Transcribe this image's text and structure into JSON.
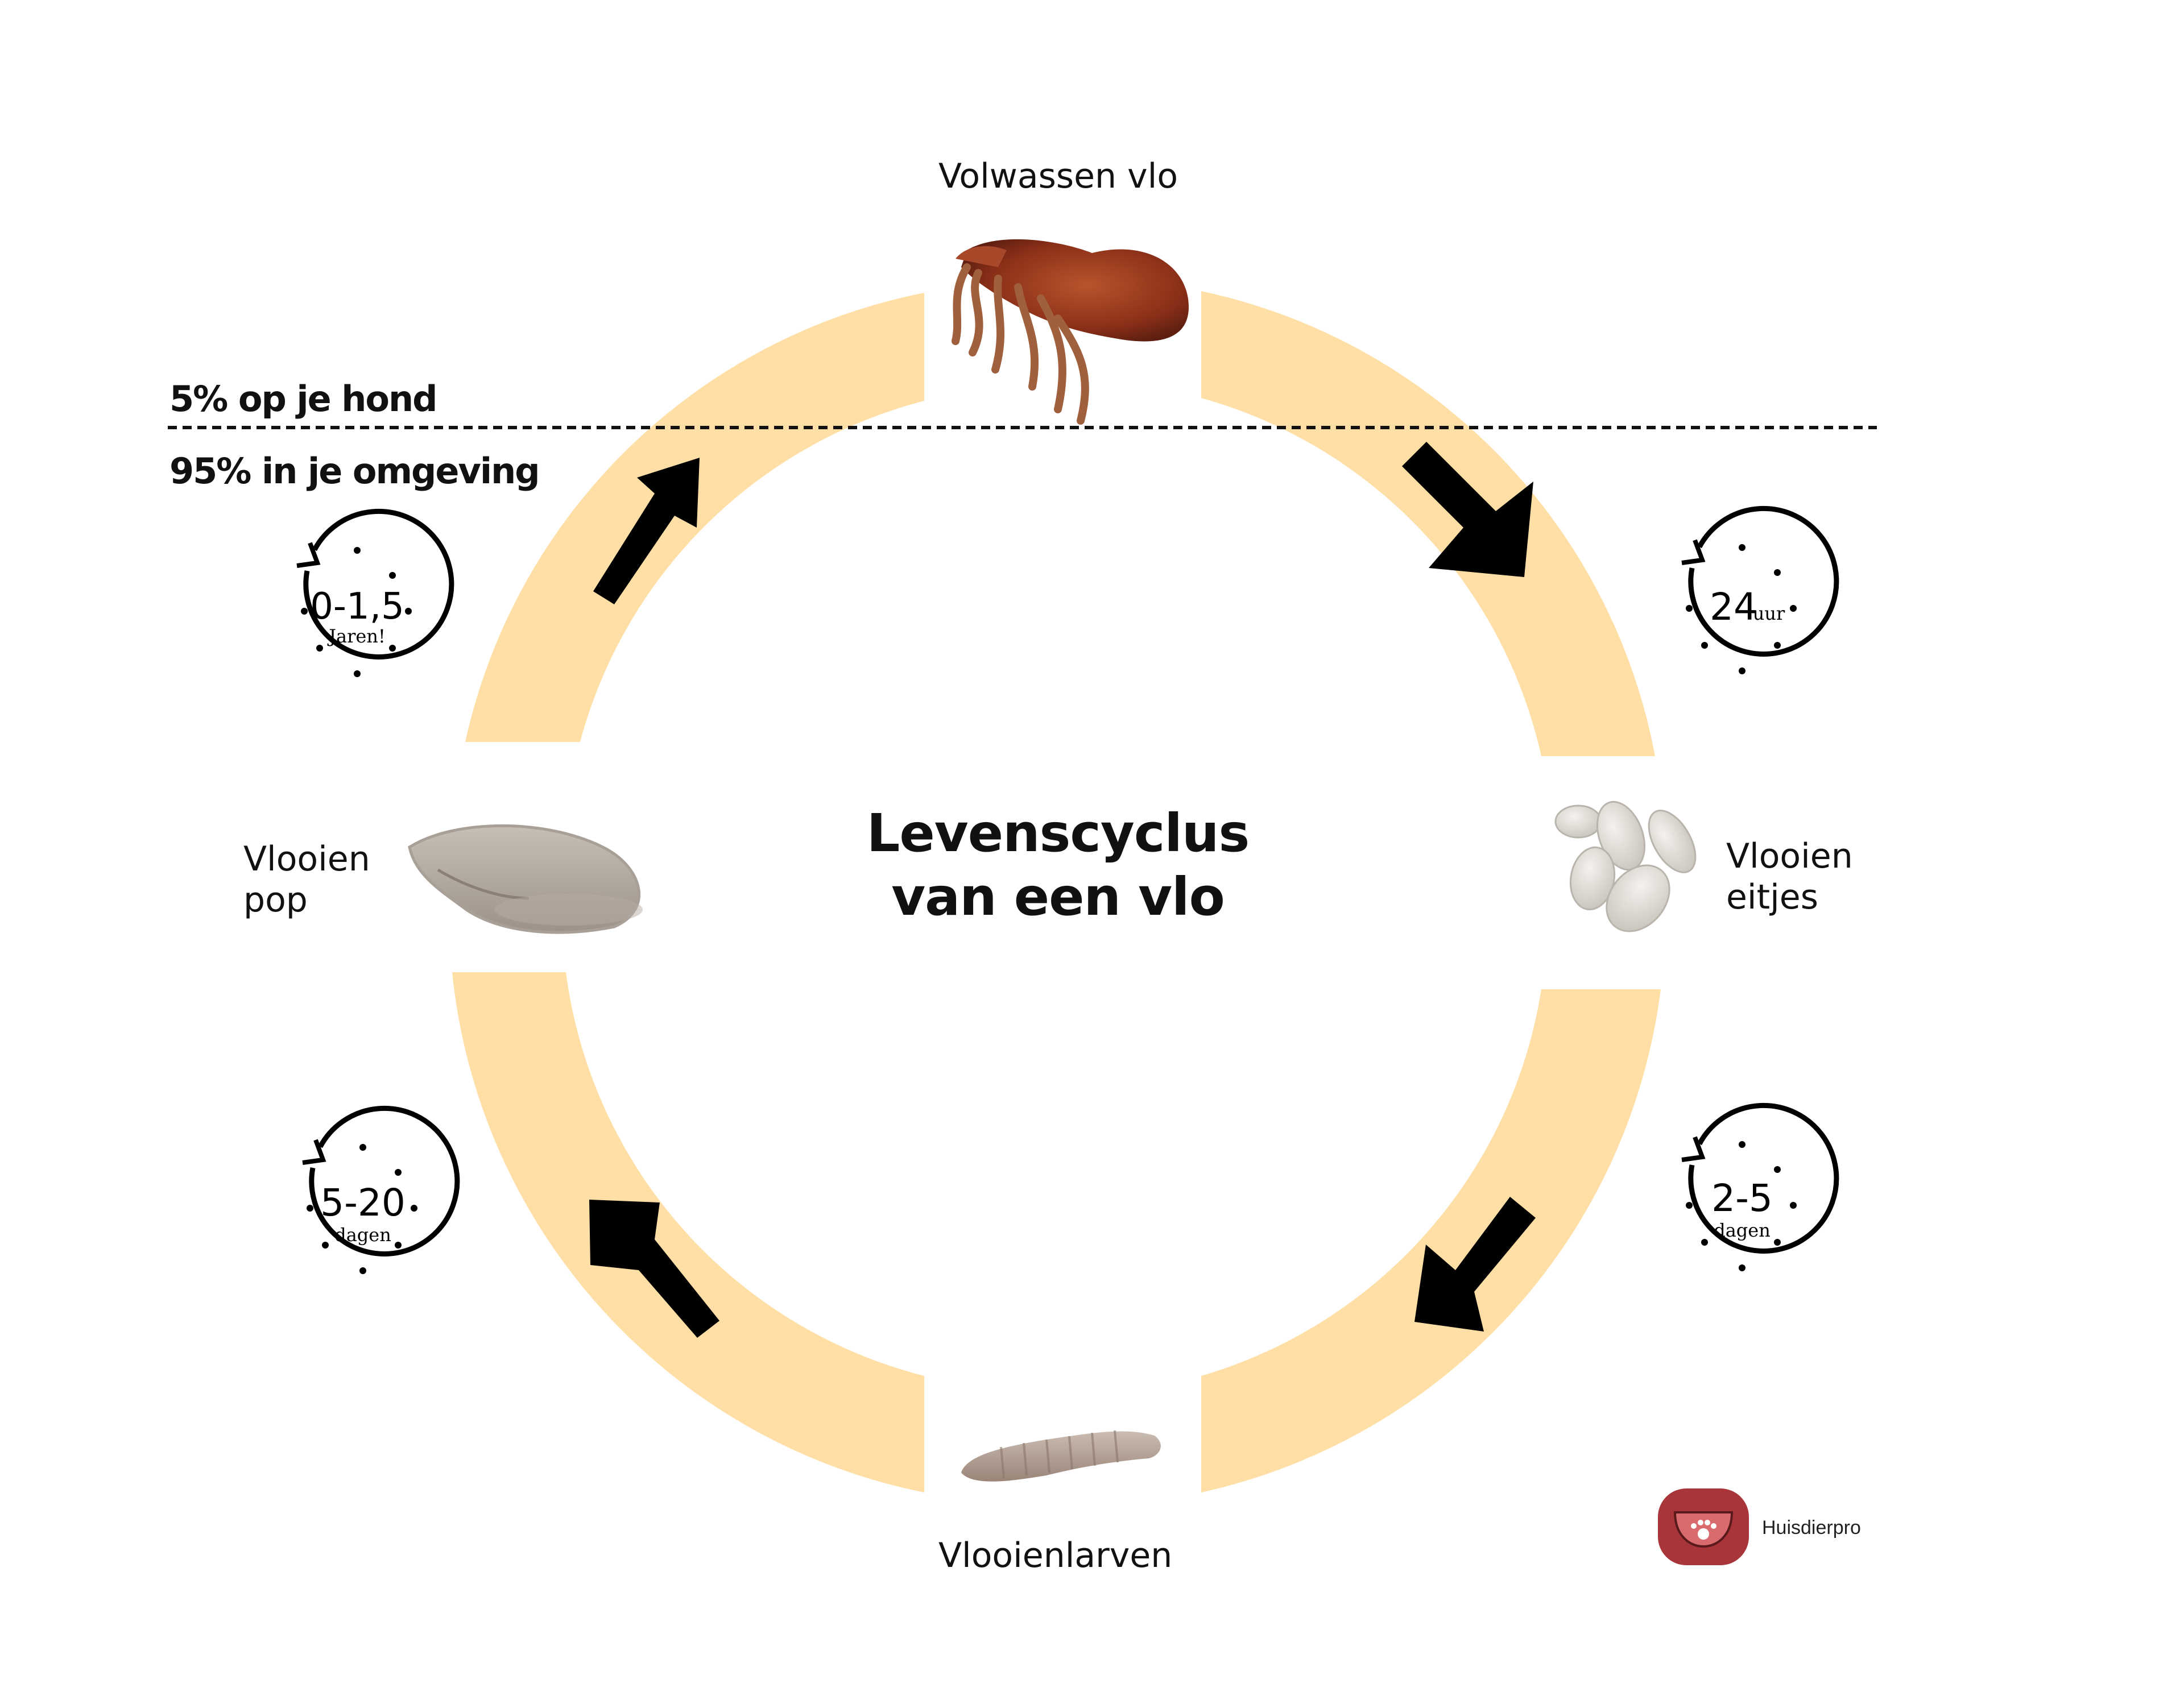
{
  "title": {
    "line1": "Levenscyclus",
    "line2": "van een vlo"
  },
  "stages": {
    "adult": "Volwassen vlo",
    "eggs_line1": "Vlooien",
    "eggs_line2": "eitjes",
    "larvae": "Vlooienlarven",
    "pupa_line1": "Vlooien",
    "pupa_line2": "pop"
  },
  "zones": {
    "on_dog": "5% op je hond",
    "environment": "95% in je omgeving"
  },
  "timers": {
    "eggs": {
      "value": "24",
      "unit": "uur"
    },
    "larvae": {
      "value": "2-5",
      "unit": "dagen"
    },
    "pupa": {
      "value": "5-20",
      "unit": "dagen"
    },
    "adult": {
      "value": "0-1,5",
      "unit": "Jaren!"
    }
  },
  "brand": {
    "name": "Huisdierpro"
  },
  "colors": {
    "ring": "#FFDFA6",
    "brand": "#A8353A",
    "arrow": "#000000"
  }
}
